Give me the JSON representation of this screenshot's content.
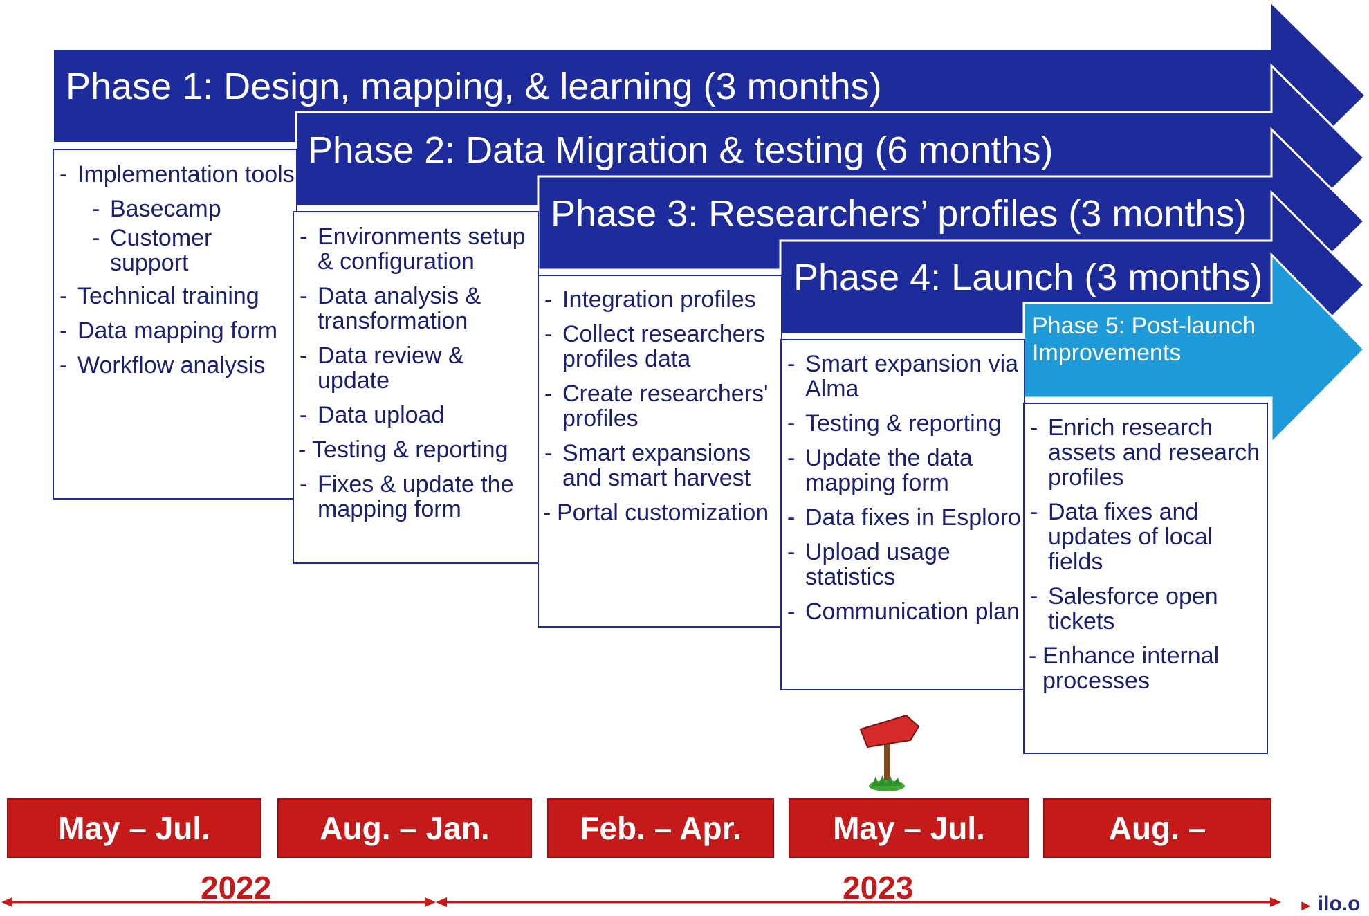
{
  "colors": {
    "phase_blue": "#1e2b9a",
    "phase5_cyan": "#1e9ad8",
    "period_red": "#c51a1a",
    "text_navy": "#1a1f6e"
  },
  "phases": [
    {
      "title": "Phase 1: Design, mapping, & learning (3 months)",
      "tasks": [
        {
          "text": "Implementation tools",
          "level": 0
        },
        {
          "text": "Basecamp",
          "level": 1
        },
        {
          "text": "Customer support",
          "level": 1
        },
        {
          "text": "Technical training",
          "level": 0
        },
        {
          "text": "Data mapping form",
          "level": 0
        },
        {
          "text": "Workflow analysis",
          "level": 0
        }
      ]
    },
    {
      "title": "Phase 2: Data Migration & testing  (6 months)",
      "tasks": [
        {
          "text": "Environments setup & configuration"
        },
        {
          "text": "Data analysis & transformation"
        },
        {
          "text": "Data review & update"
        },
        {
          "text": "Data upload"
        },
        {
          "text": "Testing & reporting"
        },
        {
          "text": "Fixes & update the mapping form"
        }
      ]
    },
    {
      "title": "Phase 3: Researchers’ profiles (3 months)",
      "tasks": [
        {
          "text": "Integration profiles"
        },
        {
          "text": "Collect researchers profiles data"
        },
        {
          "text": "Create researchers' profiles"
        },
        {
          "text": "Smart expansions and smart harvest"
        },
        {
          "text": "Portal customization"
        }
      ]
    },
    {
      "title": "Phase 4: Launch (3 months)",
      "tasks": [
        {
          "text": "Smart expansion via Alma"
        },
        {
          "text": "Testing & reporting"
        },
        {
          "text": "Update the data mapping form"
        },
        {
          "text": "Data fixes in Esploro"
        },
        {
          "text": "Upload usage statistics"
        },
        {
          "text": "Communication plan"
        }
      ]
    },
    {
      "title": "Phase 5: Post-launch Improvements",
      "tasks": [
        {
          "text": "Enrich research assets and research profiles"
        },
        {
          "text": "Data fixes and updates of local fields"
        },
        {
          "text": "Salesforce open tickets"
        },
        {
          "text": "Enhance internal processes"
        }
      ]
    }
  ],
  "periods": [
    "May – Jul.",
    "Aug. – Jan.",
    "Feb. – Apr.",
    "May – Jul.",
    "Aug. –"
  ],
  "years": [
    "2022",
    "2023"
  ],
  "milestone_icon": "signpost-icon",
  "footer": "ilo.o"
}
